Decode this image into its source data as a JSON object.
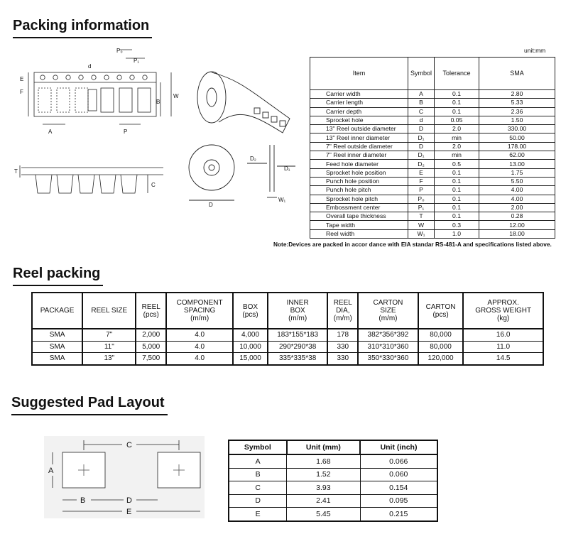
{
  "packing": {
    "title": "Packing information",
    "unit": "unit:mm",
    "columns": [
      "Item",
      "Symbol",
      "Tolerance",
      "SMA"
    ],
    "rows": [
      [
        "Carrier width",
        "A",
        "0.1",
        "2.80"
      ],
      [
        "Carrier length",
        "B",
        "0.1",
        "5.33"
      ],
      [
        "Carrier depth",
        "C",
        "0.1",
        "2.36"
      ],
      [
        "Sprocket hole",
        "d",
        "0.05",
        "1.50"
      ],
      [
        "13\" Reel outside diameter",
        "D",
        "2.0",
        "330.00"
      ],
      [
        "13\" Reel inner diameter",
        "D₁",
        "min",
        "50.00"
      ],
      [
        "7\" Reel outside diameter",
        "D",
        "2.0",
        "178.00"
      ],
      [
        "7\" Reel inner diameter",
        "D₁",
        "min",
        "62.00"
      ],
      [
        "Feed hole diameter",
        "D₂",
        "0.5",
        "13.00"
      ],
      [
        "Sprocket hole position",
        "E",
        "0.1",
        "1.75"
      ],
      [
        "Punch hole position",
        "F",
        "0.1",
        "5.50"
      ],
      [
        "Punch hole pitch",
        "P",
        "0.1",
        "4.00"
      ],
      [
        "Sprocket hole pitch",
        "P₀",
        "0.1",
        "4.00"
      ],
      [
        "Embossment center",
        "P₁",
        "0.1",
        "2.00"
      ],
      [
        "Overall tape thickness",
        "T",
        "0.1",
        "0.28"
      ],
      [
        "Tape width",
        "W",
        "0.3",
        "12.00"
      ],
      [
        "Reel width",
        "W₁",
        "1.0",
        "18.00"
      ]
    ],
    "note": "Note:Devices are packed in accor dance with EIA standar RS-481-A and specifications listed above.",
    "drawing_labels": {
      "p0": "P₀",
      "p1": "P₁",
      "d": "d",
      "e": "E",
      "f": "F",
      "w": "W",
      "b": "B",
      "a": "A",
      "p": "P",
      "t": "T",
      "c": "C",
      "reel_d": "D",
      "reel_d2": "D₂",
      "reel_d1": "D₁",
      "reel_w1": "W₁"
    }
  },
  "reel": {
    "title": "Reel packing",
    "headers": [
      "PACKAGE",
      "REEL SIZE",
      "REEL\n(pcs)",
      "COMPONENT\nSPACING\n(m/m)",
      "BOX\n(pcs)",
      "INNER\nBOX\n(m/m)",
      "REEL\nDIA,\n(m/m)",
      "CARTON\nSIZE\n(m/m)",
      "CARTON\n(pcs)",
      "APPROX.\nGROSS WEIGHT\n(kg)"
    ],
    "rows": [
      [
        "SMA",
        "7\"",
        "2,000",
        "4.0",
        "4,000",
        "183*155*183",
        "178",
        "382*356*392",
        "80,000",
        "16.0"
      ],
      [
        "SMA",
        "11\"",
        "5,000",
        "4.0",
        "10,000",
        "290*290*38",
        "330",
        "310*310*360",
        "80,000",
        "11.0"
      ],
      [
        "SMA",
        "13\"",
        "7,500",
        "4.0",
        "15,000",
        "335*335*38",
        "330",
        "350*330*360",
        "120,000",
        "14.5"
      ]
    ]
  },
  "pad": {
    "title": "Suggested Pad Layout",
    "columns": [
      "Symbol",
      "Unit (mm)",
      "Unit (inch)"
    ],
    "rows": [
      [
        "A",
        "1.68",
        "0.066"
      ],
      [
        "B",
        "1.52",
        "0.060"
      ],
      [
        "C",
        "3.93",
        "0.154"
      ],
      [
        "D",
        "2.41",
        "0.095"
      ],
      [
        "E",
        "5.45",
        "0.215"
      ]
    ],
    "drawing_labels": {
      "a": "A",
      "b": "B",
      "c": "C",
      "d": "D",
      "e": "E"
    }
  }
}
